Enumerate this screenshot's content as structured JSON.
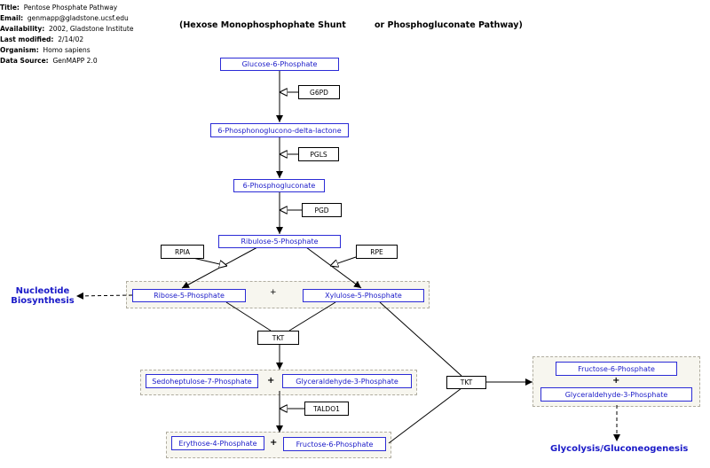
{
  "info": {
    "title_label": "Title:",
    "title": "Pentose Phosphate Pathway",
    "email_label": "Email:",
    "email": "genmapp@gladstone.ucsf.edu",
    "availability_label": "Availability:",
    "availability": "2002, Gladstone Institute",
    "modified_label": "Last modified:",
    "modified": "2/14/02",
    "organism_label": "Organism:",
    "organism": "Homo sapiens",
    "source_label": "Data Source:",
    "source": "GenMAPP 2.0"
  },
  "header": {
    "left": "(Hexose Monophosphophate Shunt",
    "right": "or Phosphogluconate Pathway)"
  },
  "metabolites": {
    "g6p": "Glucose-6-Phosphate",
    "pgl": "6-Phosphonoglucono-delta-lactone",
    "pgc": "6-Phosphogluconate",
    "ru5p": "Ribulose-5-Phosphate",
    "r5p": "Ribose-5-Phosphate",
    "x5p": "Xylulose-5-Phosphate",
    "s7p": "Sedoheptulose-7-Phosphate",
    "ga3p_a": "Glyceraldehyde-3-Phosphate",
    "e4p": "Erythose-4-Phosphate",
    "f6p_a": "Fructose-6-Phosphate",
    "f6p_b": "Fructose-6-Phosphate",
    "ga3p_b": "Glyceraldehyde-3-Phosphate"
  },
  "enzymes": {
    "g6pd": "G6PD",
    "pgls": "PGLS",
    "pgd": "PGD",
    "rpia": "RPIA",
    "rpe": "RPE",
    "tkt1": "TKT",
    "tkt2": "TKT",
    "taldo1": "TALDO1"
  },
  "plus": "+",
  "labels": {
    "nucleotide": "Nucleotide\nBiosynthesis",
    "glycolysis": "Glycolysis/Gluconeogenesis"
  },
  "colors": {
    "metabolite": "#1a1ac8",
    "enzyme_border": "#000000",
    "group_bg": "#f7f6ef"
  }
}
